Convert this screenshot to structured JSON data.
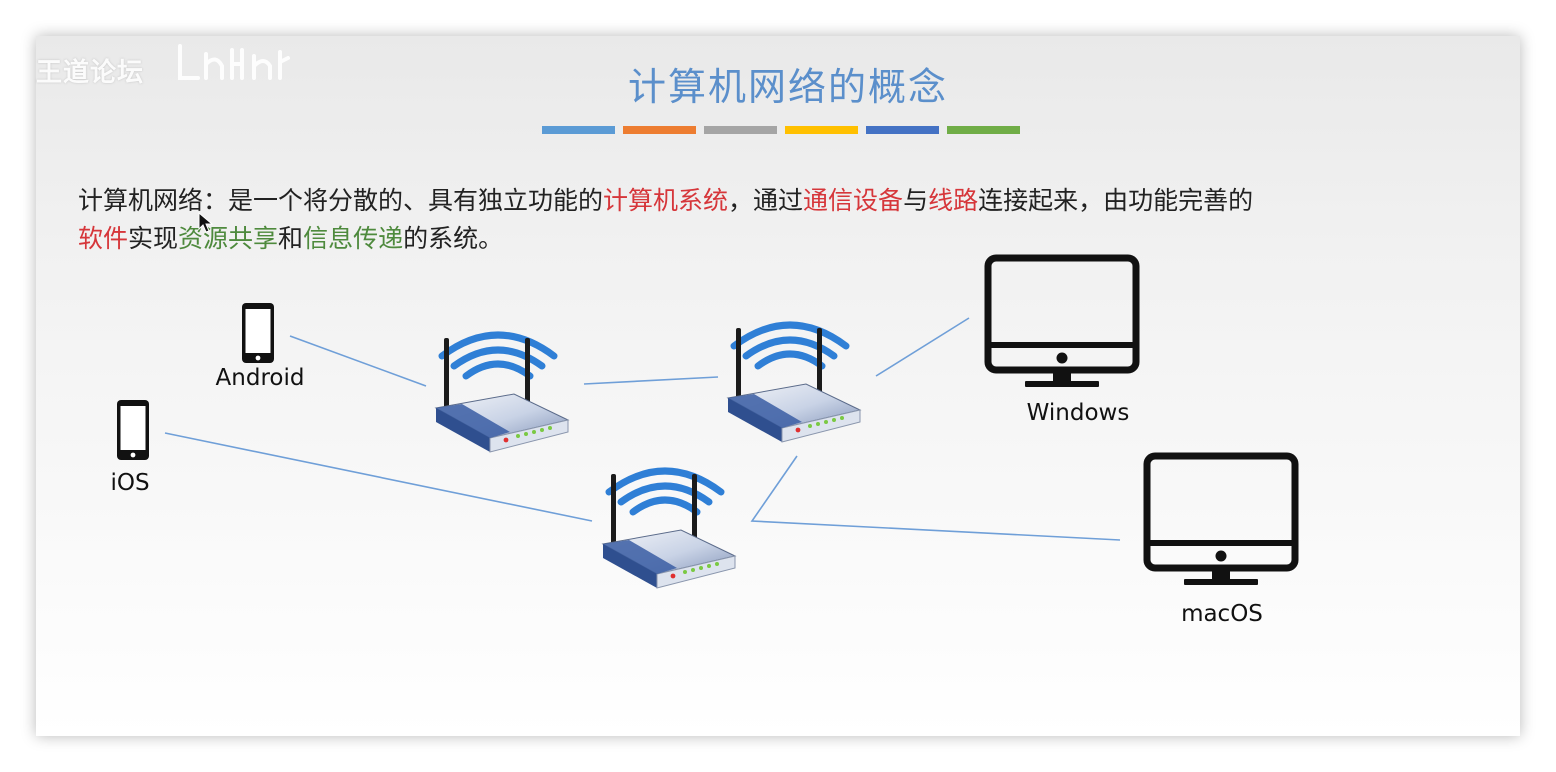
{
  "watermark": {
    "site": "王道论坛"
  },
  "title": "计算机网络的概念",
  "title_bar_colors": [
    "#5b9bd5",
    "#ed7d31",
    "#a5a5a5",
    "#ffc000",
    "#4472c4",
    "#70ad47"
  ],
  "definition": {
    "seg1": "计算机网络：是一个将分散的、具有独立功能的",
    "seg2": "计算机系统",
    "seg3": "，通过",
    "seg4": "通信设备",
    "seg5": "与",
    "seg6": "线路",
    "seg7": "连接起来，由功能完善的",
    "seg8": "软件",
    "seg9": "实现",
    "seg10": "资源共享",
    "seg11": "和",
    "seg12": "信息传递",
    "seg13": "的系统。"
  },
  "devices": {
    "android": "Android",
    "ios": "iOS",
    "windows": "Windows",
    "macos": "macOS"
  },
  "colors": {
    "title": "#5b8fcb",
    "highlight_red": "#d6363a",
    "highlight_green": "#4e8a3d",
    "link_line": "#6f9fd8",
    "router_blue": "#2f4f8f"
  }
}
